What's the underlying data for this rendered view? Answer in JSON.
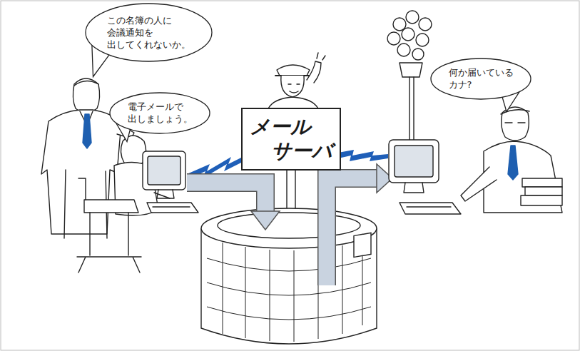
{
  "diagram": {
    "nodes": [
      {
        "text": [
          "この名簿の人に 会議通知を 出してくれないか。"
        ]
      },
      {
        "text": [
          "電子メールで 出しましょう。"
        ]
      },
      {
        "text": [
          "メール サーバ"
        ]
      },
      {
        "text": [
          "何か届いている カナ?"
        ]
      }
    ]
  }
}
